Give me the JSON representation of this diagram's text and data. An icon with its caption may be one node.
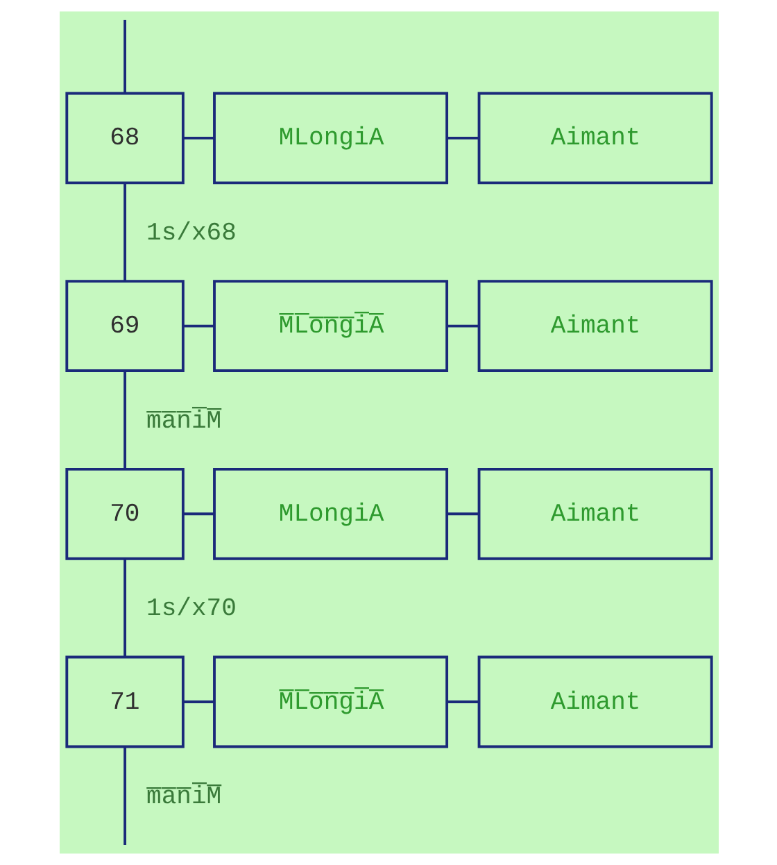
{
  "diagram": {
    "nodes": [
      {
        "text": [
          "68"
        ]
      },
      {
        "text": [
          "MLongiA"
        ]
      },
      {
        "text": [
          "Aimant"
        ]
      },
      {
        "text": [
          "69"
        ]
      },
      {
        "text": [
          "M̅L̅o̅n̅g̅i̅A̅"
        ]
      },
      {
        "text": [
          "Aimant"
        ]
      },
      {
        "text": [
          "70"
        ]
      },
      {
        "text": [
          "MLongiA"
        ]
      },
      {
        "text": [
          "Aimant"
        ]
      },
      {
        "text": [
          "71"
        ]
      },
      {
        "text": [
          "M̅L̅o̅n̅g̅i̅A̅"
        ]
      },
      {
        "text": [
          "Aimant"
        ]
      }
    ],
    "edges": [
      {
        "from": null,
        "to": 0,
        "arrow": "none"
      },
      {
        "from": 0,
        "to": 1,
        "arrow": "none"
      },
      {
        "from": 1,
        "to": 2,
        "arrow": "none"
      },
      {
        "from": 0,
        "to": 3,
        "arrow": "none",
        "label": "1s/x68"
      },
      {
        "from": 3,
        "to": 4,
        "arrow": "none"
      },
      {
        "from": 4,
        "to": 5,
        "arrow": "none"
      },
      {
        "from": 3,
        "to": 6,
        "arrow": "none",
        "label": "m̅a̅n̅i̅M̅"
      },
      {
        "from": 6,
        "to": 7,
        "arrow": "none"
      },
      {
        "from": 7,
        "to": 8,
        "arrow": "none"
      },
      {
        "from": 6,
        "to": 9,
        "arrow": "none",
        "label": "1s/x70"
      },
      {
        "from": 9,
        "to": 10,
        "arrow": "none"
      },
      {
        "from": 10,
        "to": 11,
        "arrow": "none"
      },
      {
        "from": 9,
        "to": null,
        "arrow": "none",
        "label": "m̅a̅n̅i̅M̅"
      }
    ]
  }
}
